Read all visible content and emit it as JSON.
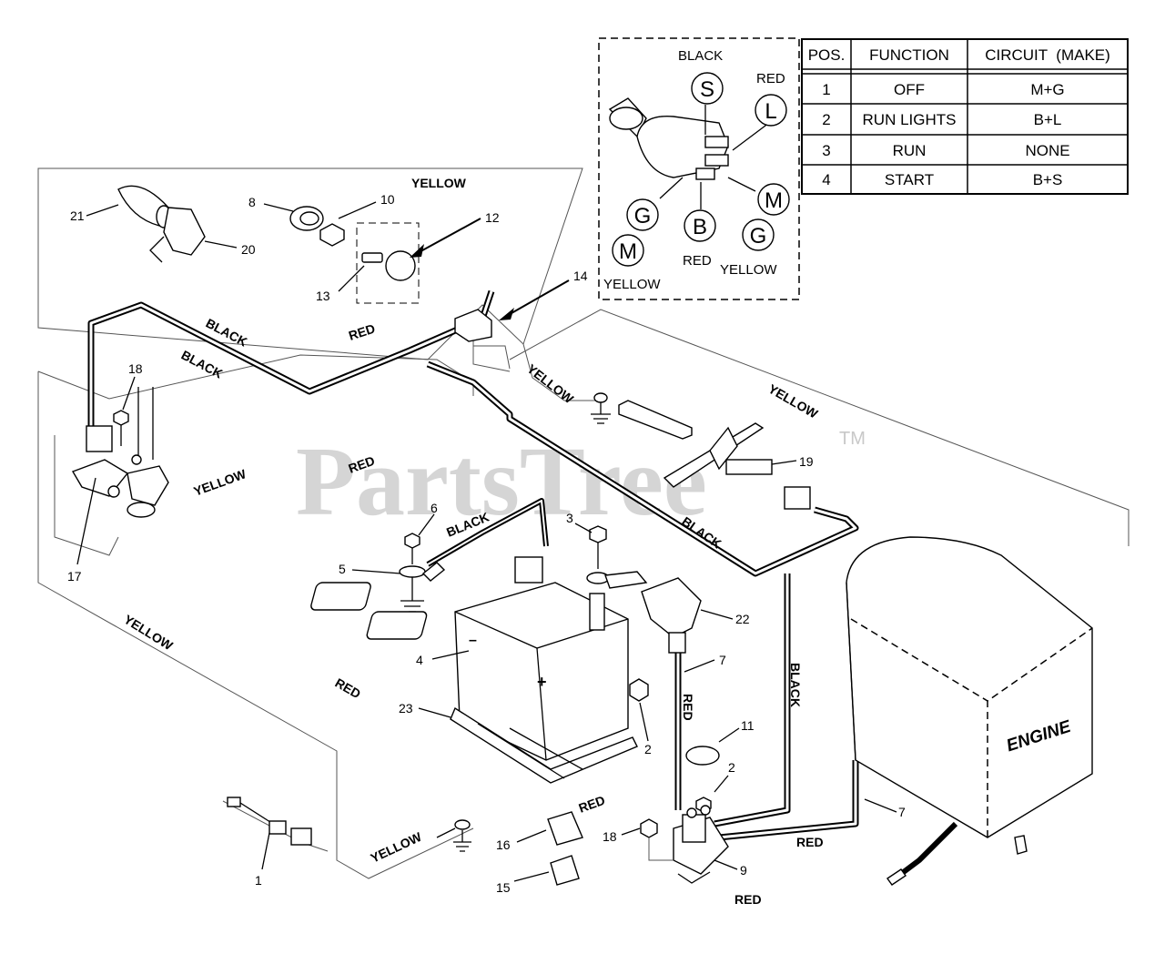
{
  "watermark": {
    "text": "PartsTree",
    "tm": "TM"
  },
  "switch_table": {
    "headers": [
      "POS.",
      "FUNCTION",
      "CIRCUIT  (MAKE)"
    ],
    "rows": [
      [
        "1",
        "OFF",
        "M+G"
      ],
      [
        "2",
        "RUN LIGHTS",
        "B+L"
      ],
      [
        "3",
        "RUN",
        "NONE"
      ],
      [
        "4",
        "START",
        "B+S"
      ]
    ]
  },
  "switch_inset": {
    "terminals": {
      "S": "S",
      "L": "L",
      "M": "M",
      "G": "G",
      "B": "B",
      "G2": "G",
      "M2": "M"
    },
    "wire_labels": {
      "black": "BLACK",
      "red_l": "RED",
      "red_b": "RED",
      "yellow_g": "YELLOW",
      "yellow_m": "YELLOW"
    }
  },
  "wire_labels": {
    "yellow_top": "YELLOW",
    "black_1": "BLACK",
    "black_2": "BLACK",
    "red_1": "RED",
    "yellow_14": "YELLOW",
    "yellow_right": "YELLOW",
    "red_mid": "RED",
    "yellow_17": "YELLOW",
    "black_batt": "BLACK",
    "black_19": "BLACK",
    "yellow_left": "YELLOW",
    "red_left": "RED",
    "red_7": "RED",
    "black_vert": "BLACK",
    "red_battery": "RED",
    "yellow_1": "YELLOW",
    "red_9": "RED",
    "red_bottom": "RED",
    "engine": "ENGINE"
  },
  "callouts": [
    "21",
    "20",
    "8",
    "10",
    "12",
    "13",
    "14",
    "18",
    "17",
    "6",
    "5",
    "3",
    "22",
    "4",
    "23",
    "2",
    "7",
    "11",
    "2",
    "18",
    "9",
    "16",
    "15",
    "1",
    "19",
    "7"
  ],
  "battery_marks": {
    "neg": "–",
    "pos": "+"
  },
  "colors": {
    "line": "#000000",
    "watermark": "#c8c8c8",
    "background": "#ffffff"
  }
}
